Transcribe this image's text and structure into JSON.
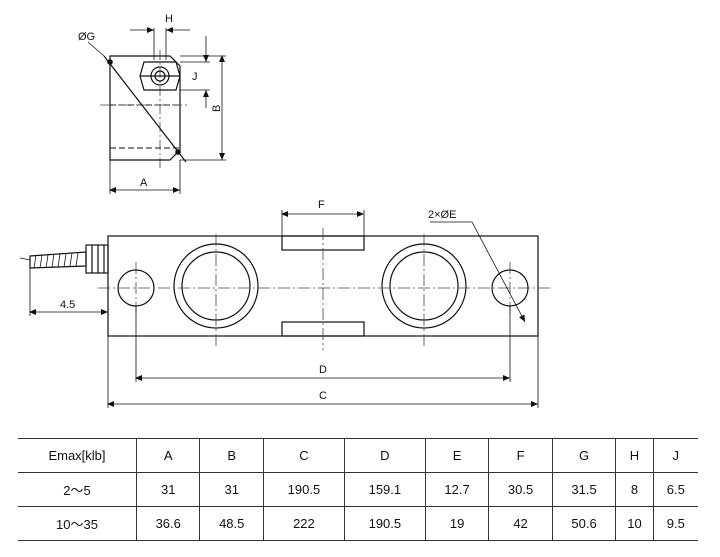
{
  "drawing": {
    "labels": {
      "h": "H",
      "g": "ØG",
      "j": "J",
      "b": "B",
      "a": "A",
      "f": "F",
      "e": "2×ØE",
      "offset": "4.5",
      "d": "D",
      "c": "C"
    },
    "colors": {
      "line": "#111111",
      "center_line": "#444444"
    }
  },
  "table": {
    "headers": [
      "Emax[klb]",
      "A",
      "B",
      "C",
      "D",
      "E",
      "F",
      "G",
      "H",
      "J"
    ],
    "rows": [
      [
        "2～5",
        "31",
        "31",
        "190.5",
        "159.1",
        "12.7",
        "30.5",
        "31.5",
        "8",
        "6.5"
      ],
      [
        "10～35",
        "36.6",
        "48.5",
        "222",
        "190.5",
        "19",
        "42",
        "50.6",
        "10",
        "9.5"
      ]
    ]
  }
}
